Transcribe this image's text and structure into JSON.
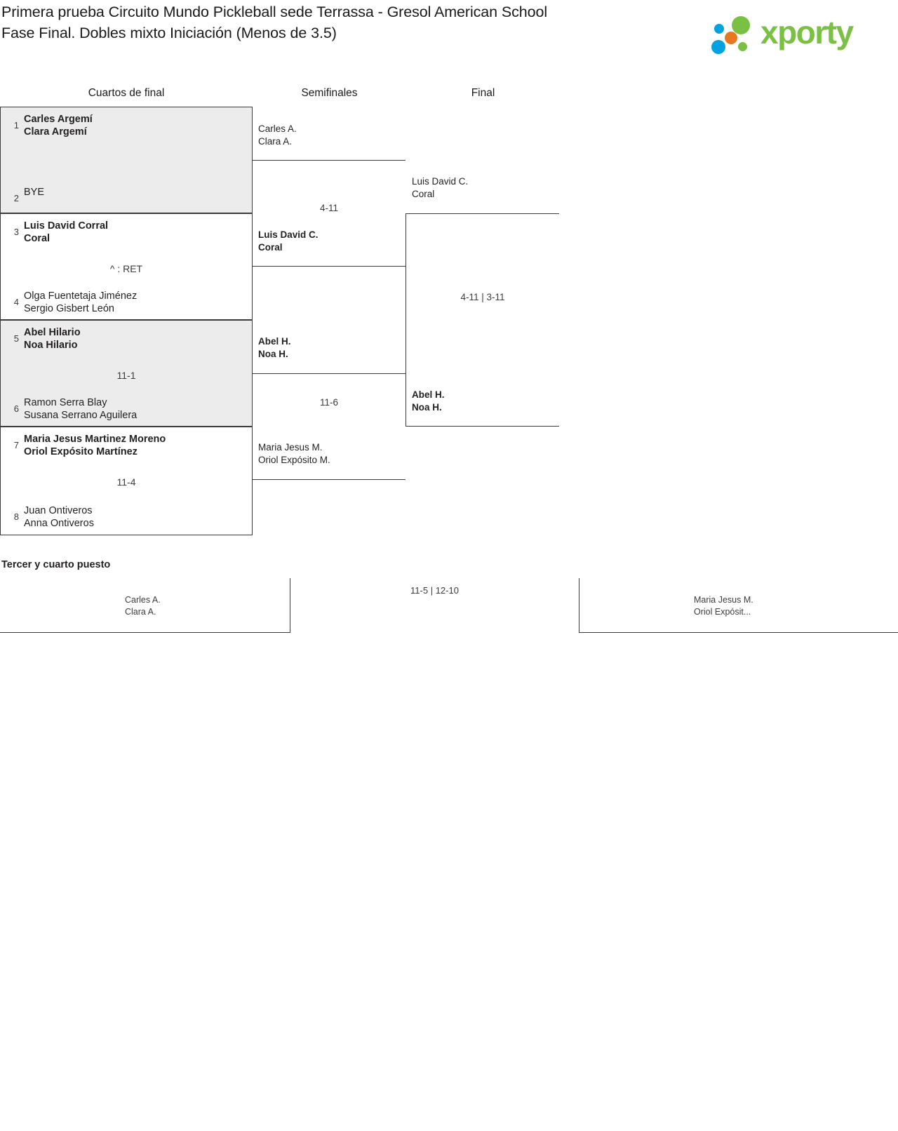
{
  "header": {
    "title": "Primera prueba Circuito Mundo Pickleball sede Terrassa - Gresol American School\nFase Final. Dobles mixto Iniciación (Menos de 3.5)",
    "logo_text": "xporty",
    "logo_colors": {
      "green": "#7ac143",
      "blue": "#00a3e0",
      "orange": "#e87722"
    }
  },
  "rounds": [
    {
      "label": "Cuartos de final"
    },
    {
      "label": "Semifinales"
    },
    {
      "label": "Final"
    }
  ],
  "quarterfinals": [
    {
      "score": "",
      "top": {
        "seed": "1",
        "line1": "Carles Argemí",
        "line2": "Clara Argemí",
        "winner": true
      },
      "bottom": {
        "seed": "2",
        "line1": "BYE",
        "line2": "",
        "winner": false
      }
    },
    {
      "score": "^ : RET",
      "top": {
        "seed": "3",
        "line1": "Luis David Corral",
        "line2": "Coral",
        "winner": true
      },
      "bottom": {
        "seed": "4",
        "line1": "Olga Fuentetaja Jiménez",
        "line2": "Sergio Gisbert León",
        "winner": false
      }
    },
    {
      "score": "11-1",
      "top": {
        "seed": "5",
        "line1": "Abel Hilario",
        "line2": "Noa Hilario",
        "winner": true
      },
      "bottom": {
        "seed": "6",
        "line1": "Ramon Serra Blay",
        "line2": "Susana Serrano Aguilera",
        "winner": false
      }
    },
    {
      "score": "11-4",
      "top": {
        "seed": "7",
        "line1": "Maria Jesus Martinez Moreno",
        "line2": "Oriol Expósito Martínez",
        "winner": true
      },
      "bottom": {
        "seed": "8",
        "line1": "Juan Ontiveros",
        "line2": "Anna Ontiveros",
        "winner": false
      }
    }
  ],
  "semifinals": [
    {
      "score": "4-11",
      "top": {
        "line1": "Carles A.",
        "line2": "Clara A.",
        "winner": false
      },
      "bottom": {
        "line1": "Luis David C.",
        "line2": "Coral",
        "winner": true
      }
    },
    {
      "score": "11-6",
      "top": {
        "line1": "Abel H.",
        "line2": "Noa H.",
        "winner": true
      },
      "bottom": {
        "line1": "Maria Jesus M.",
        "line2": "Oriol Expósito M.",
        "winner": false
      }
    }
  ],
  "final": {
    "score": "4-11 | 3-11",
    "top": {
      "line1": "Luis David C.",
      "line2": "Coral",
      "winner": false
    },
    "bottom": {
      "line1": "Abel H.",
      "line2": "Noa H.",
      "winner": true
    }
  },
  "third_place": {
    "title": "Tercer y cuarto puesto",
    "score": "11-5 | 12-10",
    "left": {
      "line1": "Carles A.",
      "line2": "Clara A."
    },
    "right": {
      "line1": "Maria Jesus M.",
      "line2": "Oriol Expósit..."
    }
  }
}
